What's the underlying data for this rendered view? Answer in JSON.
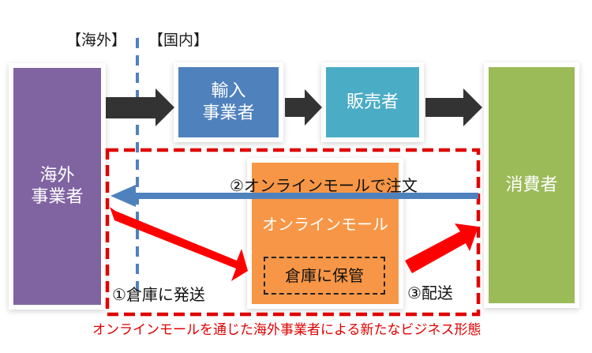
{
  "regions": {
    "overseas": "【海外】",
    "domestic": "【国内】"
  },
  "nodes": {
    "overseas_business": {
      "line1": "海外",
      "line2": "事業者",
      "color": "#8064a2"
    },
    "importer": {
      "line1": "輸入",
      "line2": "事業者",
      "color": "#4f81bd"
    },
    "seller": {
      "label": "販売者",
      "color": "#4bacc6"
    },
    "consumer": {
      "label": "消費者",
      "color": "#9bbb59"
    },
    "online_mall": {
      "label": "オンラインモール",
      "color": "#f79646"
    },
    "warehouse": {
      "label": "倉庫に保管"
    }
  },
  "steps": {
    "step1": "①倉庫に発送",
    "step2": "②オンラインモールで注文",
    "step3": "③配送"
  },
  "caption": "オンラインモールを通じた海外事業者による新たなビジネス形態",
  "colors": {
    "flow_arrow": "#333333",
    "order_arrow": "#4f81bd",
    "ship_arrow": "#ff0000",
    "border_line": "#4f81bd",
    "highlight_box": "#e00000",
    "caption": "#e00000"
  }
}
